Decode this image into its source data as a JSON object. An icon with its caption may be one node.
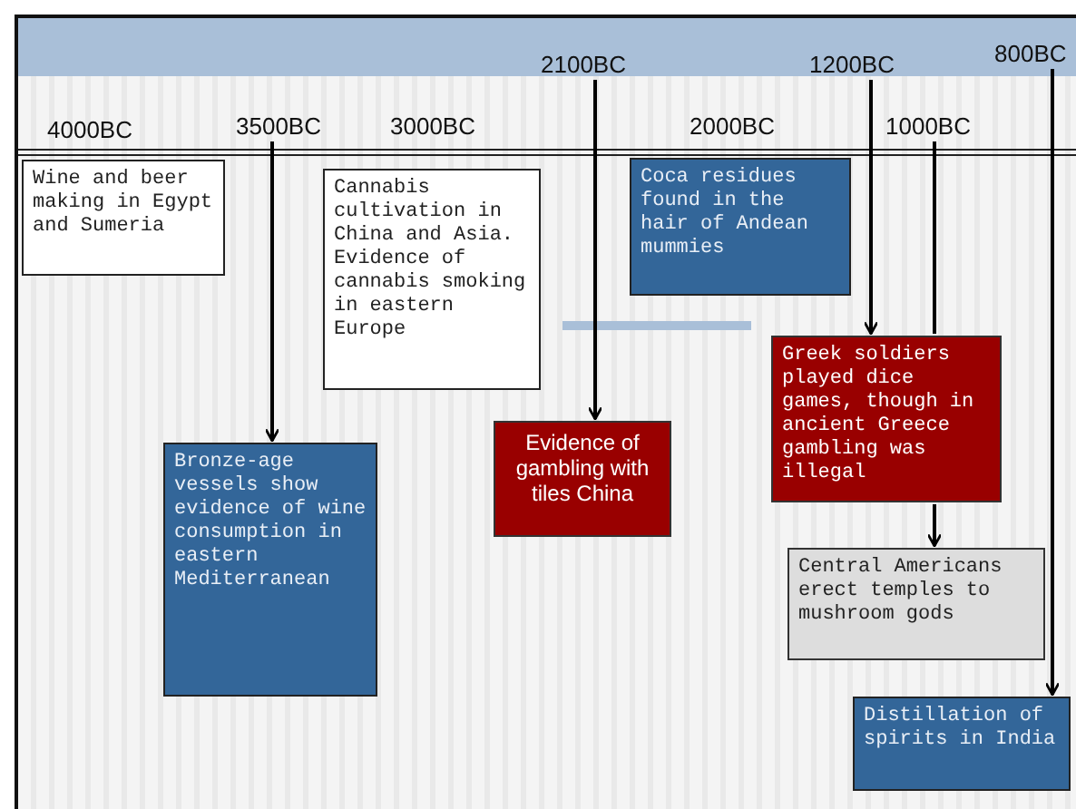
{
  "diagram": {
    "nodes": [
      {
        "text": [
          "3500BC"
        ]
      },
      {
        "text": [
          "2100BC"
        ]
      },
      {
        "text": [
          "1200BC"
        ]
      },
      {
        "text": [
          "1000BC"
        ]
      },
      {
        "text": [
          "800BC"
        ]
      },
      {
        "text": [
          "Wine and beer making in Egypt and Sumeria"
        ]
      },
      {
        "text": [
          "Cannabis cultivation in China and Asia. Evidence of cannabis smoking in eastern Europe"
        ]
      },
      {
        "text": [
          "Coca residues found in the hair of Andean mummies"
        ]
      },
      {
        "text": [
          "Bronze-age vessels show evidence of wine consumption in eastern Mediterranean"
        ]
      },
      {
        "text": [
          "Evidence of gambling with tiles China"
        ]
      },
      {
        "text": [
          "Greek soldiers played dice games, though in ancient Greece gambling was illegal"
        ]
      },
      {
        "text": [
          "Central Americans erect temples to mushroom gods"
        ]
      },
      {
        "text": [
          "Distillation of spirits in India"
        ]
      }
    ],
    "edges": [
      {
        "from": 0,
        "to": 8,
        "arrow": "to"
      },
      {
        "from": 1,
        "to": 9,
        "arrow": "to"
      },
      {
        "from": 2,
        "to": 10,
        "arrow": "to"
      },
      {
        "from": 3,
        "to": 10,
        "arrow": "none"
      },
      {
        "from": 10,
        "to": 11,
        "arrow": "to"
      },
      {
        "from": 4,
        "to": 12,
        "arrow": "to"
      }
    ],
    "labels": [
      "4000BC",
      "3000BC",
      "2000BC"
    ]
  }
}
